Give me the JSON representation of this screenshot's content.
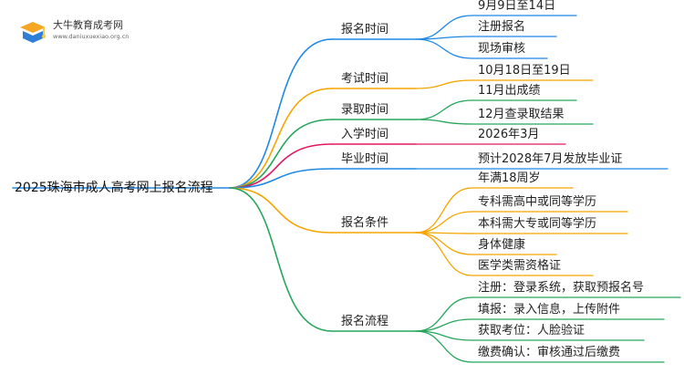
{
  "brand": {
    "name_cn": "大牛教育成考网",
    "url": "www.daniuxuexiao.org.cn",
    "logo_icon": "book-icon",
    "logo_colors": {
      "orange": "#f5a623",
      "blue": "#2f7ed8",
      "yellow": "#f7c948"
    }
  },
  "mindmap": {
    "root": "2025珠海市成人高考网上报名流程",
    "branches": [
      {
        "label": "报名时间",
        "color": "#1e88e5",
        "children": [
          "9月9日至14日",
          "注册报名",
          "现场审核"
        ]
      },
      {
        "label": "考试时间",
        "color": "#f5a500",
        "children": [
          "10月18日至19日"
        ]
      },
      {
        "label": "录取时间",
        "color": "#26a65b",
        "children": [
          "11月出成绩",
          "12月查录取结果"
        ]
      },
      {
        "label": "入学时间",
        "color": "#e0195e",
        "children": [
          "2026年3月"
        ]
      },
      {
        "label": "毕业时间",
        "color": "#1e88e5",
        "children": [
          "预计2028年7月发放毕业证"
        ]
      },
      {
        "label": "报名条件",
        "color": "#f5a500",
        "children": [
          "年满18周岁",
          "专科需高中或同等学历",
          "本科需大专或同等学历",
          "身体健康",
          "医学类需资格证"
        ]
      },
      {
        "label": "报名流程",
        "color": "#26a65b",
        "children": [
          "注册：登录系统，获取预报名号",
          "填报：录入信息，上传附件",
          "获取考位：人脸验证",
          "缴费确认：审核通过后缴费"
        ]
      }
    ]
  }
}
